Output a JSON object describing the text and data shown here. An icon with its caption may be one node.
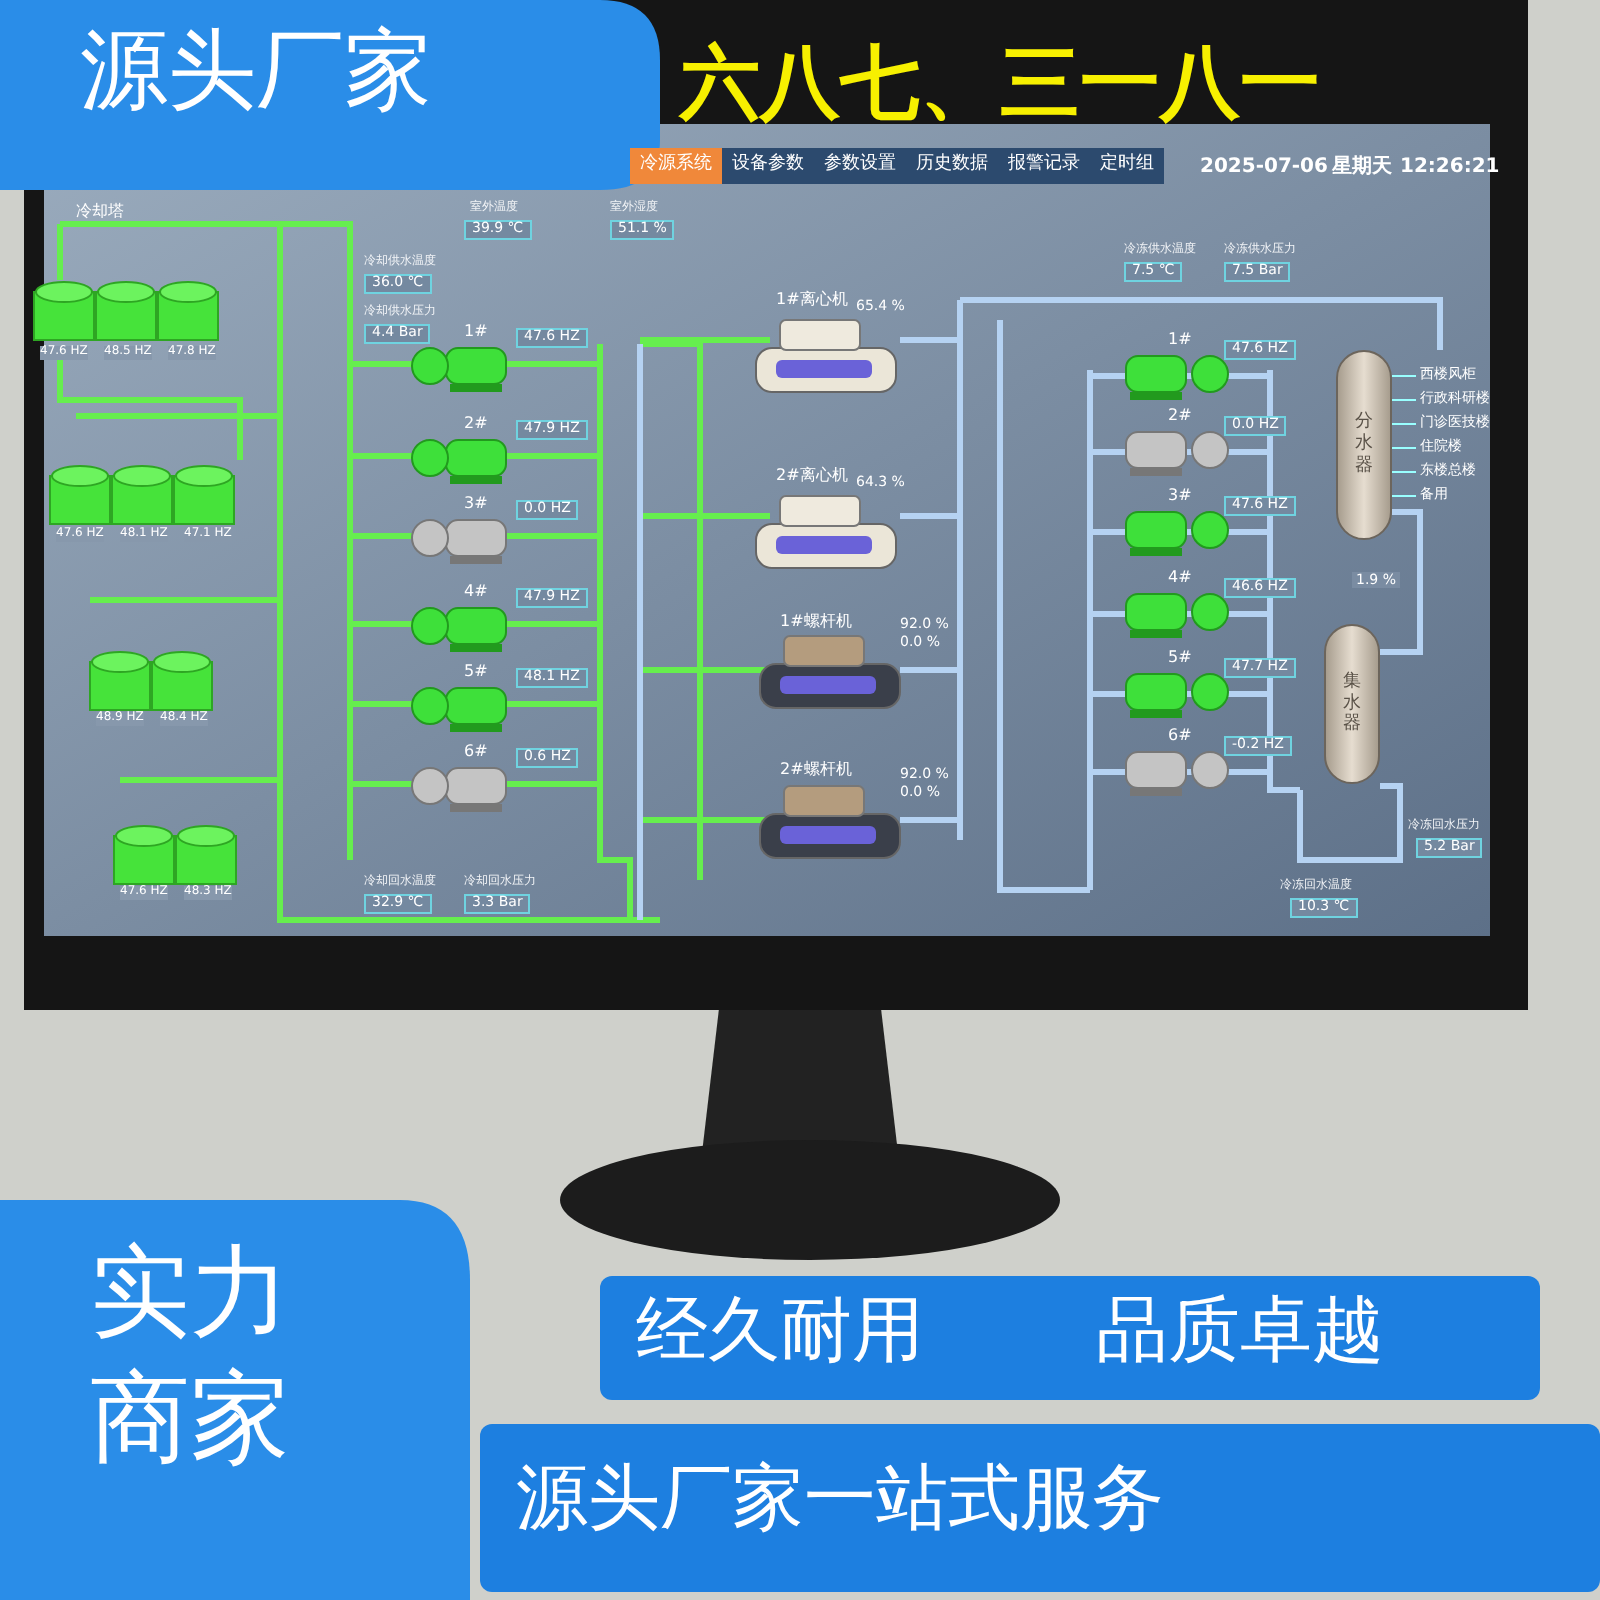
{
  "diagram": {
    "nodes": [
      {
        "text": [
          "分水器"
        ]
      },
      {
        "text": [
          "集水器"
        ]
      }
    ],
    "edges": [
      {
        "from": 0,
        "to": 1,
        "arrow": "none",
        "label": "1.9 %"
      }
    ],
    "labels": [
      "源头厂家",
      "六八七、三一八一",
      "冷源系统",
      "设备参数",
      "参数设置",
      "历史数据",
      "报警记录",
      "定时组",
      "2025-07-06",
      "星期天",
      "12:26:21",
      "冷却塔",
      "室外温度",
      "39.9 ℃",
      "室外湿度",
      "51.1 %",
      "冷却供水温度",
      "36.0 ℃",
      "冷却供水压力",
      "4.4 Bar",
      "47.6 HZ",
      "48.5 HZ",
      "47.8 HZ",
      "47.6 HZ",
      "48.1 HZ",
      "47.1 HZ",
      "48.9 HZ",
      "48.4 HZ",
      "47.6 HZ",
      "48.3 HZ",
      "1#",
      "47.6 HZ",
      "2#",
      "47.9 HZ",
      "3#",
      "0.0 HZ",
      "4#",
      "47.9 HZ",
      "5#",
      "48.1 HZ",
      "6#",
      "0.6 HZ",
      "冷却回水温度",
      "32.9 ℃",
      "冷却回水压力",
      "3.3 Bar",
      "1#离心机",
      "65.4 %",
      "2#离心机",
      "64.3 %",
      "1#螺杆机",
      "92.0 %",
      "0.0 %",
      "2#螺杆机",
      "92.0 %",
      "0.0 %",
      "冷冻供水温度",
      "7.5 ℃",
      "冷冻供水压力",
      "7.5 Bar",
      "1#",
      "47.6 HZ",
      "2#",
      "0.0 HZ",
      "3#",
      "47.6 HZ",
      "4#",
      "46.6 HZ",
      "5#",
      "47.7 HZ",
      "6#",
      "-0.2 HZ",
      "西楼风柜",
      "行政科研楼",
      "门诊医技楼",
      "住院楼",
      "东楼总楼",
      "备用",
      "冷冻回水温度",
      "10.3 ℃",
      "冷冻回水压力",
      "5.2 Bar",
      "实力商家",
      "经久耐用",
      "品质卓越",
      "源头厂家一站式服务"
    ]
  }
}
